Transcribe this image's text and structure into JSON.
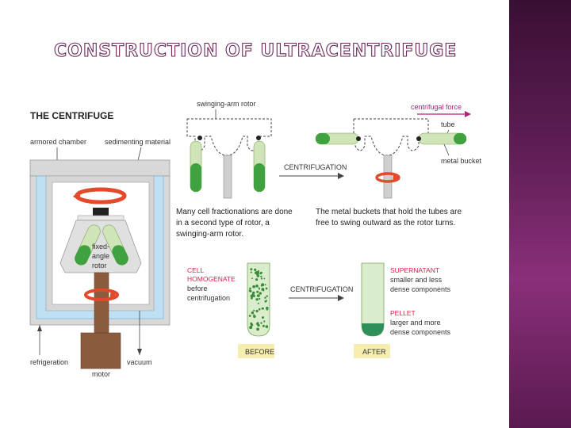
{
  "slide": {
    "title": "CONSTRUCTION OF ULTRACENTRIFUGE",
    "accent_color": "#6b2a5c",
    "sidebar_color": "#5e1e55"
  },
  "centrifuge": {
    "heading": "THE CENTRIFUGE",
    "armored_chamber": "armored chamber",
    "sedimenting_material": "sedimenting material",
    "rotor_label_1": "fixed-",
    "rotor_label_2": "angle",
    "rotor_label_3": "rotor",
    "refrigeration": "refrigeration",
    "vacuum": "vacuum",
    "motor": "motor"
  },
  "swinging": {
    "rotor_label": "swinging-arm rotor",
    "centrifugal_force": "centrifugal force",
    "tube": "tube",
    "metal_bucket": "metal bucket",
    "process": "CENTRIFUGATION",
    "caption_left_1": "Many cell fractionations are done",
    "caption_left_2": "in a second type of rotor, a",
    "caption_left_3": "swinging-arm rotor.",
    "caption_right_1": "The metal buckets that hold the tubes are",
    "caption_right_2": "free to swing outward as the rotor turns."
  },
  "fractionation": {
    "cell_1": "CELL",
    "cell_2": "HOMOGENATE",
    "cell_3": "before",
    "cell_4": "centrifugation",
    "process": "CENTRIFUGATION",
    "supernatant": "SUPERNATANT",
    "supernatant_desc_1": "smaller and less",
    "supernatant_desc_2": "dense components",
    "pellet": "PELLET",
    "pellet_desc_1": "larger and more",
    "pellet_desc_2": "dense components",
    "before": "BEFORE",
    "after": "AFTER"
  }
}
